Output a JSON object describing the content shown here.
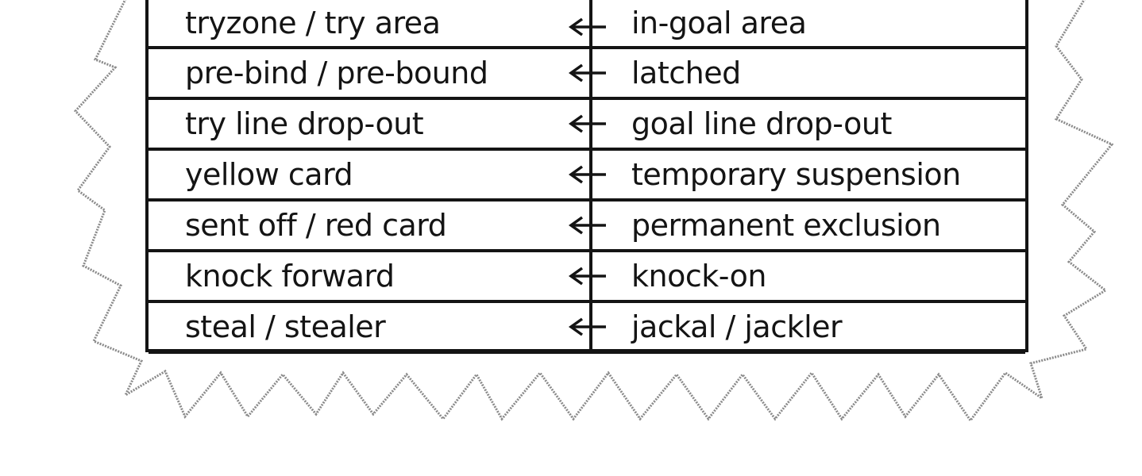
{
  "colors": {
    "ink": "#141414",
    "paper": "#ffffff"
  },
  "icons": {
    "row_arrow": "left-arrow-icon",
    "background": "starburst-frame"
  },
  "rows": [
    {
      "left": "tryzone / try area",
      "right": "in-goal area"
    },
    {
      "left": "pre-bind / pre-bound",
      "right": "latched"
    },
    {
      "left": "try line drop-out",
      "right": "goal line drop-out"
    },
    {
      "left": "yellow card",
      "right": "temporary suspension"
    },
    {
      "left": "sent off / red card",
      "right": "permanent exclusion"
    },
    {
      "left": "knock forward",
      "right": "knock-on"
    },
    {
      "left": "steal / stealer",
      "right": "jackal / jackler"
    }
  ]
}
